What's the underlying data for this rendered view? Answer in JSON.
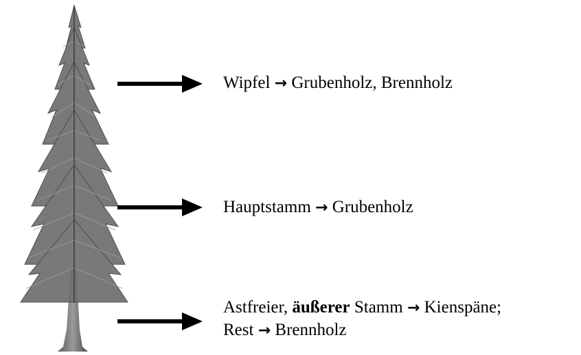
{
  "arrow_glyph": "→",
  "labels": {
    "top": {
      "part": "Wipfel",
      "use": "Grubenholz, Brennholz"
    },
    "middle": {
      "part": "Hauptstamm",
      "use": "Grubenholz"
    },
    "bottom": {
      "line1_pre": "Astfreier, ",
      "line1_bold": "äußerer",
      "line1_post": " Stamm",
      "line1_use": "Kienspäne;",
      "line2_part": "Rest",
      "line2_use": "Brennholz"
    }
  },
  "colors": {
    "text": "#000000",
    "arrow": "#000000",
    "tree": "#6f6f6f"
  }
}
